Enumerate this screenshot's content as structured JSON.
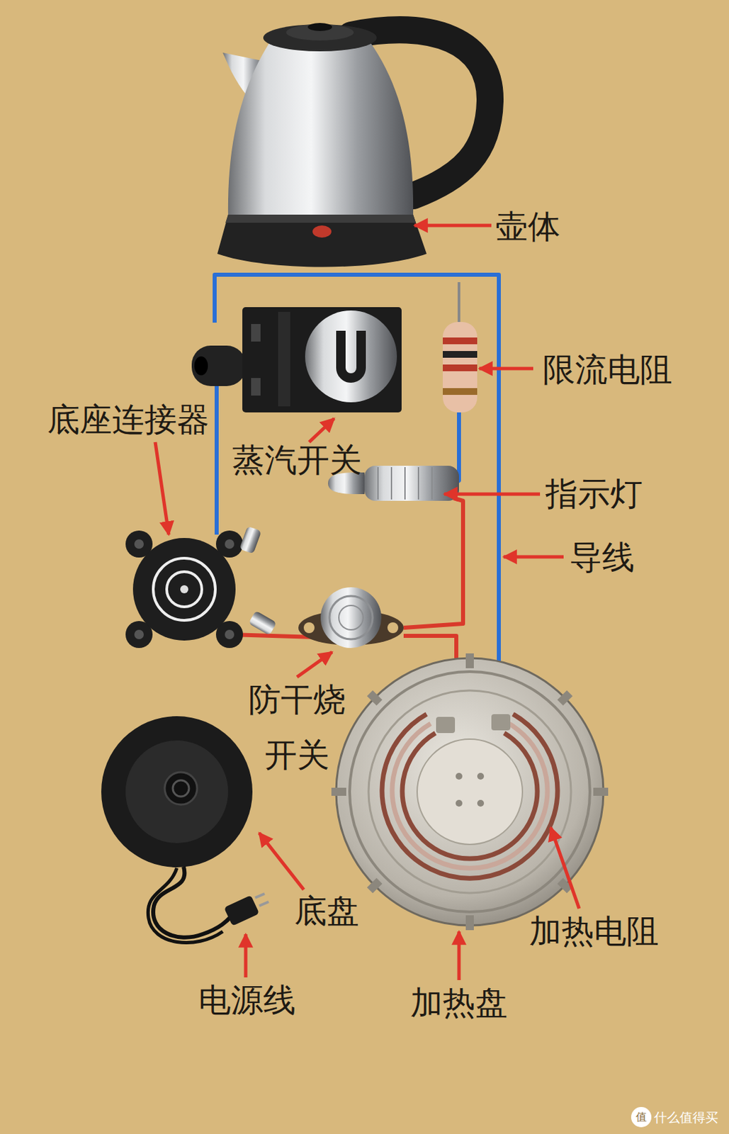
{
  "diagram": {
    "labels": [
      "壶体",
      "限流电阻",
      "底座连接器",
      "蒸汽开关",
      "指示灯",
      "导线",
      "防干烧 开关",
      "底盘",
      "加热电阻",
      "电源线",
      "加热盘",
      "值",
      "什么值得买"
    ]
  }
}
